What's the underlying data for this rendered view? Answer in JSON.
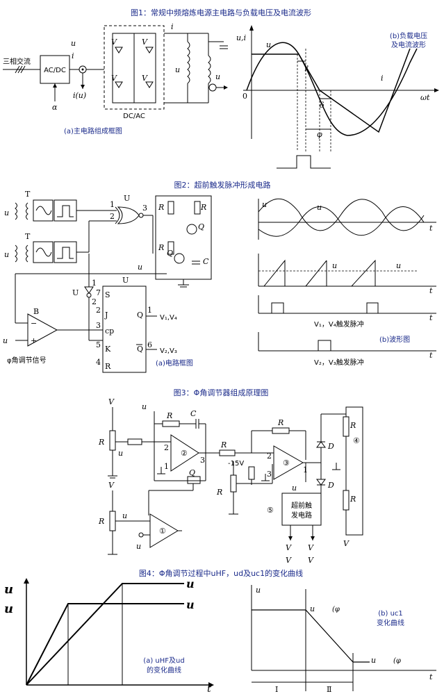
{
  "fig1": {
    "title": "图1：常规中频熔炼电源主电路与负载电压及电流波形",
    "input_label": "三相交流",
    "acdc": "AC/DC",
    "dcac": "DC/AC",
    "alpha": "α",
    "ud": "u",
    "id": "i",
    "id_ud": "i(u)",
    "ih": "i",
    "uh": "u",
    "uhf": "u",
    "v1": "V",
    "v2": "V",
    "v3": "V",
    "v4": "V",
    "caption_a": "(a)主电路组成框图",
    "caption_b_line1": "(b)负载电压",
    "caption_b_line2": "及电流波形",
    "axis_ui": "u,i",
    "axis_wt": "ωt",
    "zero": "0",
    "gamma": "γ",
    "delta": "δ",
    "phi": "φ",
    "uh_wave": "u",
    "ih_wave": "i"
  },
  "fig2": {
    "title": "图2：超前触发脉冲形成电路",
    "t1": "T",
    "t2": "T",
    "uhf": "u",
    "uh": "u",
    "u1a": "U",
    "u2a": "U",
    "u3a": "U",
    "r1": "R",
    "r2": "R",
    "r3": "R",
    "q1": "Q",
    "q2": "Q",
    "c1": "C",
    "uc2": "u",
    "b": "B",
    "uc1": "u",
    "phi_signal": "φ角调节信号",
    "pin1": "1",
    "pin2": "2",
    "pin3": "3",
    "s": "S",
    "j": "J",
    "cp": "cp",
    "k": "K",
    "r": "R",
    "q": "Q",
    "qbar": "Q",
    "p7": "7",
    "p2": "2",
    "p3": "3",
    "p5": "5",
    "p4": "4",
    "p1": "1",
    "p6": "6",
    "v14": "V₁,V₄",
    "v23": "V₂,V₃",
    "caption_a": "(a)电路框图",
    "wave_uhf": "u",
    "wave_uh": "u",
    "wave_uc2": "u",
    "wave_uc1": "u",
    "t": "t",
    "pulse14": "V₁，V₄触发脉冲",
    "pulse23": "V₂，V₃触发脉冲",
    "caption_b": "(b)波形图"
  },
  "fig3": {
    "title": "图3：Φ角调节器组成原理图",
    "vcc": "V",
    "uhf": "u",
    "r1": "R",
    "c1": "C",
    "rp1": "R",
    "uh1": "u",
    "rd": "R",
    "rs": "R",
    "m15v": "-15V",
    "rp3": "R",
    "rp2": "R",
    "rp4": "R",
    "rp5": "R",
    "d1": "D",
    "d2": "D",
    "q1": "Q",
    "ub1": "u",
    "ud": "u",
    "uc1": "u",
    "op1": "①",
    "op2": "②",
    "op3": "③",
    "n4": "④",
    "n5": "⑤",
    "advance_trig_1": "超前触",
    "advance_trig_2": "发电路",
    "v1": "V",
    "v2": "V",
    "v4": "V",
    "v3": "V",
    "pin2": "2",
    "pin3": "3",
    "pin1": "1"
  },
  "fig4": {
    "title": "图4：Φ角调节过程中uHF，ud及uc1的变化曲线",
    "uhf_label": "u",
    "ud_label": "u",
    "t": "t",
    "caption_a_1": "(a) uHF及ud",
    "caption_a_2": "的变化曲线",
    "uc1": "u",
    "uc1max": "u",
    "uc1min": "u",
    "phi_min": "(φ",
    "phi_max": "(φ",
    "caption_b_1": "(b) uc1",
    "caption_b_2": "变化曲线",
    "region1": "Ⅰ",
    "region2": "Ⅱ"
  }
}
